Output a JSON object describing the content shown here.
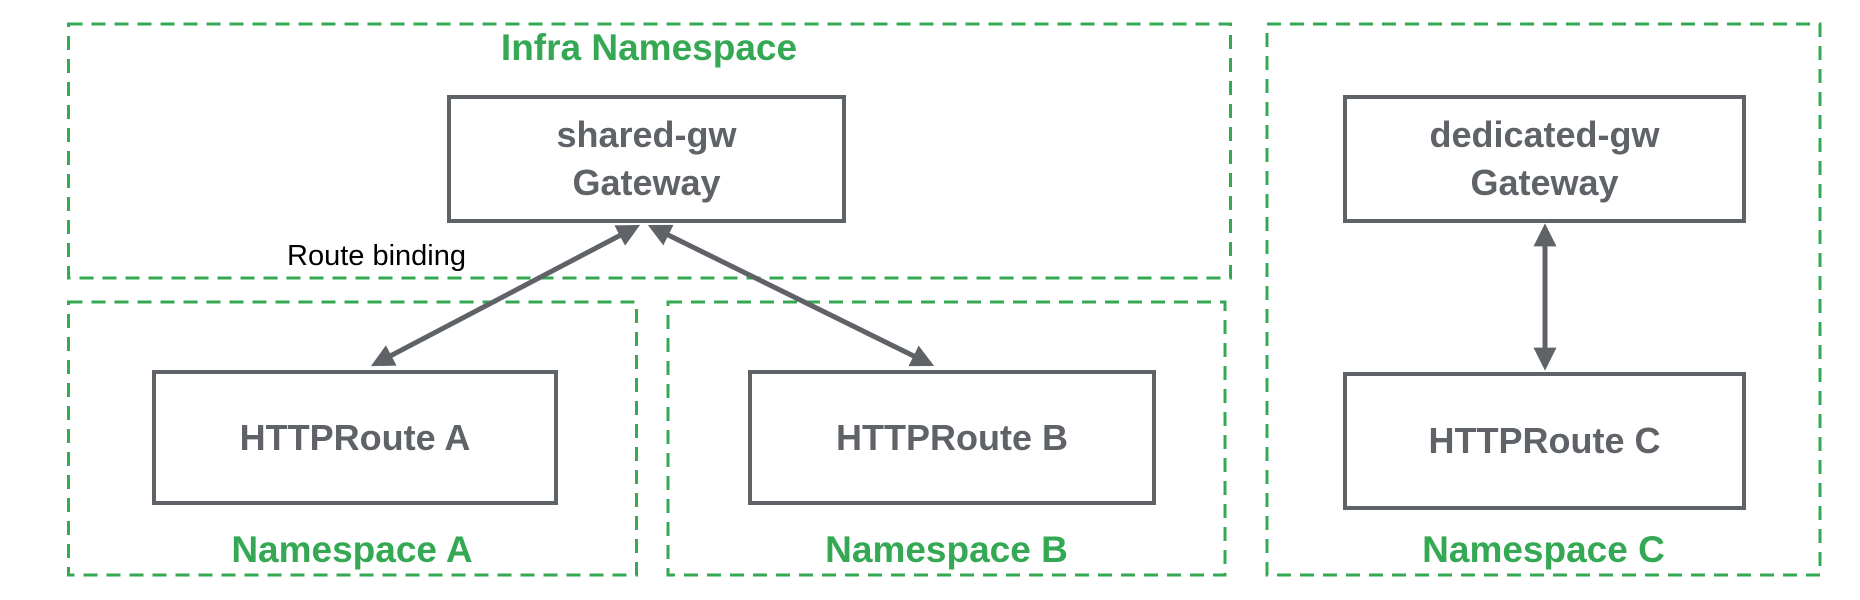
{
  "namespaces": {
    "infra": {
      "label": "Infra Namespace"
    },
    "a": {
      "label": "Namespace A"
    },
    "b": {
      "label": "Namespace B"
    },
    "c": {
      "label": "Namespace C"
    }
  },
  "nodes": {
    "shared_gw": {
      "name": "shared-gw",
      "kind": "Gateway",
      "namespace": "Infra Namespace"
    },
    "httproute_a": {
      "name": "HTTPRoute A",
      "namespace": "Namespace A"
    },
    "httproute_b": {
      "name": "HTTPRoute B",
      "namespace": "Namespace B"
    },
    "dedicated_gw": {
      "name": "dedicated-gw",
      "kind": "Gateway",
      "namespace": "Namespace C"
    },
    "httproute_c": {
      "name": "HTTPRoute C",
      "namespace": "Namespace C"
    }
  },
  "edges": {
    "label": "Route binding",
    "connections": [
      {
        "from": "HTTPRoute A",
        "to": "shared-gw Gateway",
        "style": "double-arrow"
      },
      {
        "from": "HTTPRoute B",
        "to": "shared-gw Gateway",
        "style": "double-arrow"
      },
      {
        "from": "HTTPRoute C",
        "to": "dedicated-gw Gateway",
        "style": "double-arrow"
      }
    ]
  },
  "colors": {
    "namespace_green": "#34A853",
    "node_gray": "#5F6368",
    "arrow_gray": "#5F6368",
    "label_black": "#000000",
    "background": "#FFFFFF"
  }
}
